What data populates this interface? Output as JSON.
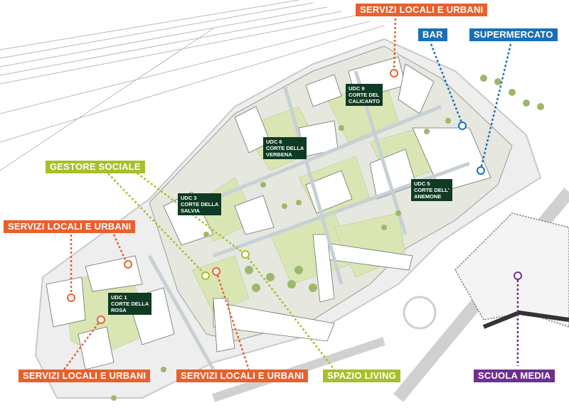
{
  "labels": {
    "servizi_top": "SERVIZI LOCALI E URBANI",
    "bar": "BAR",
    "supermercato": "SUPERMERCATO",
    "gestore_sociale": "GESTORE SOCIALE",
    "servizi_left": "SERVIZI LOCALI E URBANI",
    "servizi_bottom_left": "SERVIZI LOCALI E URBANI",
    "servizi_bottom_center": "SERVIZI LOCALI E URBANI",
    "spazio_living": "SPAZIO LIVING",
    "scuola_media": "SCUOLA MEDIA"
  },
  "udc": {
    "udc9": "UDC 9\nCORTE DEL\nCALICANTO",
    "udc6": "UDC 6\nCORTE DELLA\nVERBENA",
    "udc3": "UDC 3\nCORTE DELLA\nSALVIA",
    "udc5": "UDC 5\nCORTE DELL'\nANEMONE",
    "udc1": "UDC 1\nCORTE DELLA\nROSA"
  },
  "colors": {
    "orange": "#e8602c",
    "blue": "#1a6fb5",
    "olive": "#a8bf2a",
    "purple": "#6f2f8f",
    "udc_box": "#0f3a24"
  }
}
